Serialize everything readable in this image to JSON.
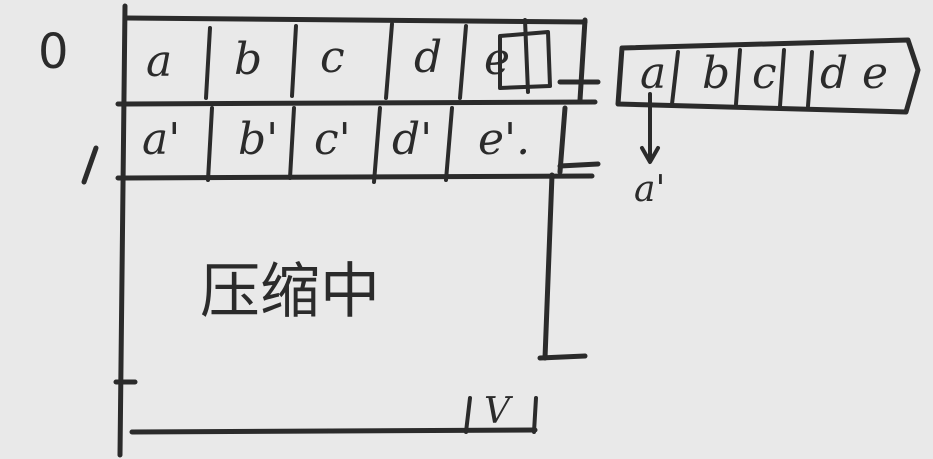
{
  "rows": [
    {
      "index": "0",
      "cells": [
        "a",
        "b",
        "c",
        "d",
        "e"
      ]
    },
    {
      "index": "1",
      "cells": [
        "a'",
        "b'",
        "c'",
        "d'",
        "e'."
      ]
    }
  ],
  "middle_label": "压缩中",
  "bottom_label": "V",
  "side_array": [
    "a",
    "b",
    "c",
    "d",
    "e"
  ],
  "side_pointer_label": "a'",
  "colors": {
    "ink": "#2b2b2b",
    "background": "#e9e9e9"
  }
}
